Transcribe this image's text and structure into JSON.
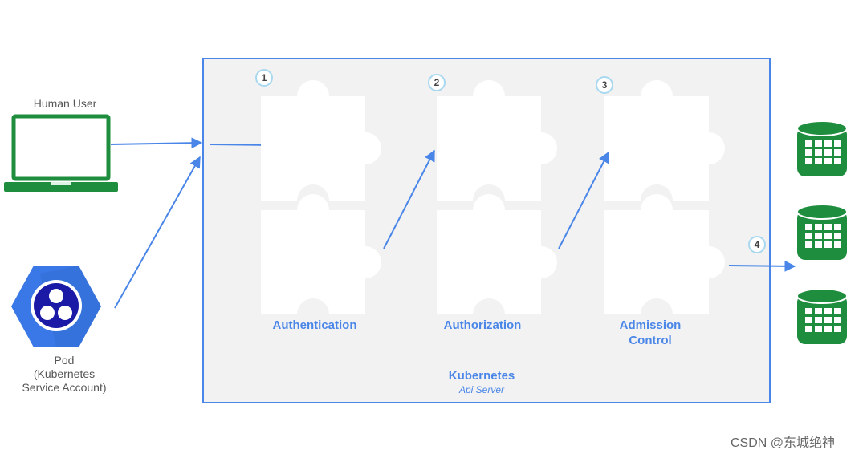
{
  "clients": {
    "human_user": "Human User",
    "pod_lines": [
      "Pod",
      "(Kubernetes",
      "Service Account)"
    ]
  },
  "stages": [
    {
      "step": "1",
      "label_lines": [
        "Authentication"
      ]
    },
    {
      "step": "2",
      "label_lines": [
        "Authorization"
      ]
    },
    {
      "step": "3",
      "label_lines": [
        "Admission",
        "Control"
      ]
    }
  ],
  "persist_step": "4",
  "api_server": {
    "title": "Kubernetes",
    "subtitle": "Api Server"
  },
  "watermark": "CSDN @东城绝神",
  "colors": {
    "accent": "#4a86e8",
    "laptop": "#1e8e3e",
    "pod_hex": "#4285f4",
    "pod_core": "#1a1aa6",
    "database": "#1e8e3e",
    "step_ring": "#a8d8f0",
    "panel": "#f2f2f2"
  }
}
